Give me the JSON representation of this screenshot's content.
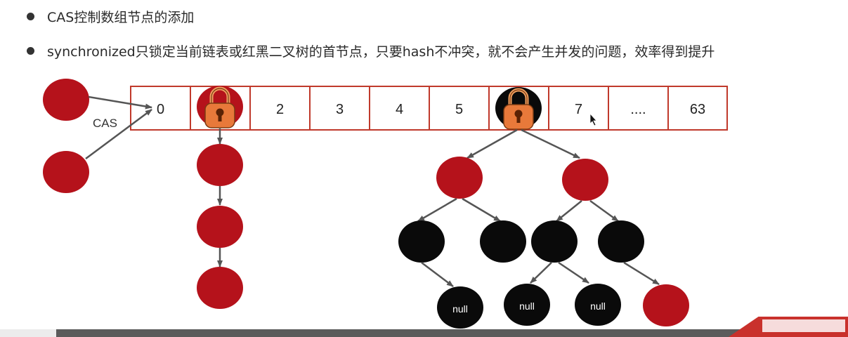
{
  "bullets": [
    "CAS控制数组节点的添加",
    "synchronized只锁定当前链表或红黑二叉树的首节点，只要hash不冲突，就不会产生并发的问题，效率得到提升"
  ],
  "array": {
    "cells": [
      "0",
      "",
      "2",
      "3",
      "4",
      "5",
      "",
      "7",
      "....",
      "63"
    ],
    "locked_indices": [
      1,
      6
    ]
  },
  "cas_label": "CAS",
  "null_label": "null",
  "colors": {
    "red_node": "#b5121b",
    "black_node": "#0a0a0a",
    "lock_body": "#e8793a",
    "lock_shackle": "#f0a060",
    "arrow": "#555555",
    "cell_border": "#c0392b"
  }
}
